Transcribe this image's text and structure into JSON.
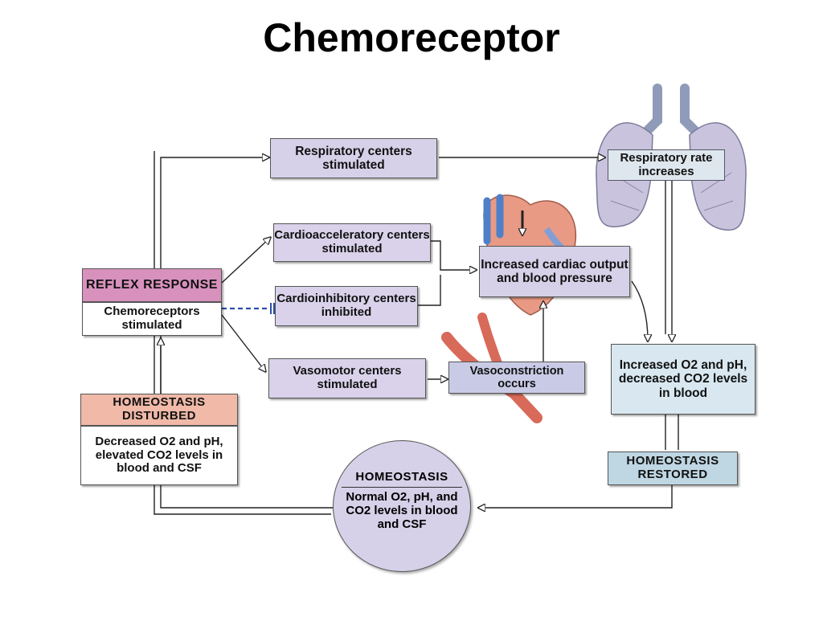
{
  "title": "Chemoreceptor",
  "boxes": {
    "respiratory_centers": "Respiratory centers stimulated",
    "respiratory_rate": "Respiratory rate increases",
    "cardioacceleratory": "Cardioacceleratory centers stimulated",
    "cardioinhibitory": "Cardioinhibitory centers inhibited",
    "cardiac_output": "Increased cardiac output and blood pressure",
    "vasomotor": "Vasomotor centers stimulated",
    "vasoconstriction": "Vasoconstriction occurs",
    "reflex_head": "REFLEX RESPONSE",
    "reflex_body": "Chemoreceptors stimulated",
    "disturbed_head": "HOMEOSTASIS DISTURBED",
    "disturbed_body": "Decreased O2 and pH, elevated CO2 levels in blood and CSF",
    "increased_o2": "Increased O2 and pH, decreased CO2 levels in blood",
    "restored_head": "HOMEOSTASIS RESTORED",
    "homeostasis_head": "HOMEOSTASIS",
    "homeostasis_body": "Normal O2, pH, and CO2 levels in blood and CSF"
  },
  "colors": {
    "lavender": "#d9d2ea",
    "pink": "#d891bd",
    "salmon": "#f0b9a8",
    "blue": "#d9e8f0",
    "inhibit_line": "#2a4fa8"
  }
}
